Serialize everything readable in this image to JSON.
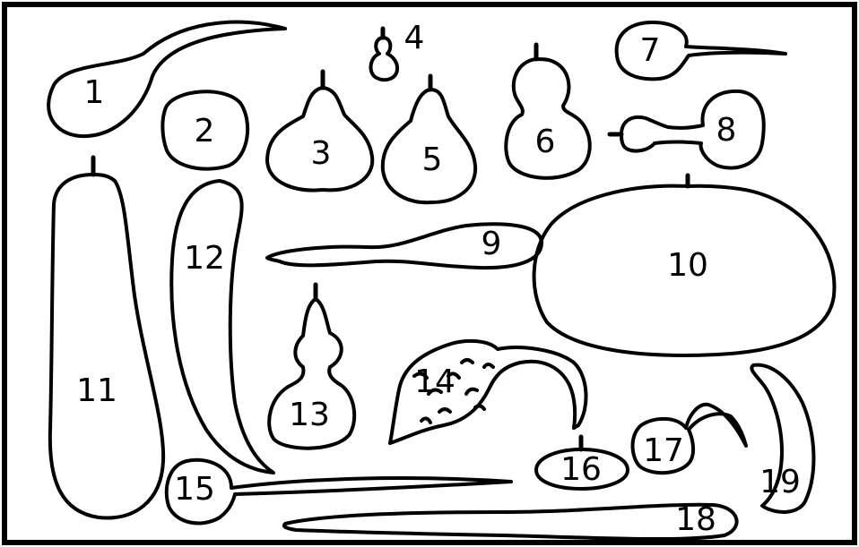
{
  "colors": {
    "ink": "#000000",
    "paper": "#ffffff"
  },
  "labels": {
    "g1": "1",
    "g2": "2",
    "g3": "3",
    "g4": "4",
    "g5": "5",
    "g6": "6",
    "g7": "7",
    "g8": "8",
    "g9": "9",
    "g10": "10",
    "g11": "11",
    "g12": "12",
    "g13": "13",
    "g14": "14",
    "g15": "15",
    "g16": "16",
    "g17": "17",
    "g18": "18",
    "g19": "19"
  }
}
